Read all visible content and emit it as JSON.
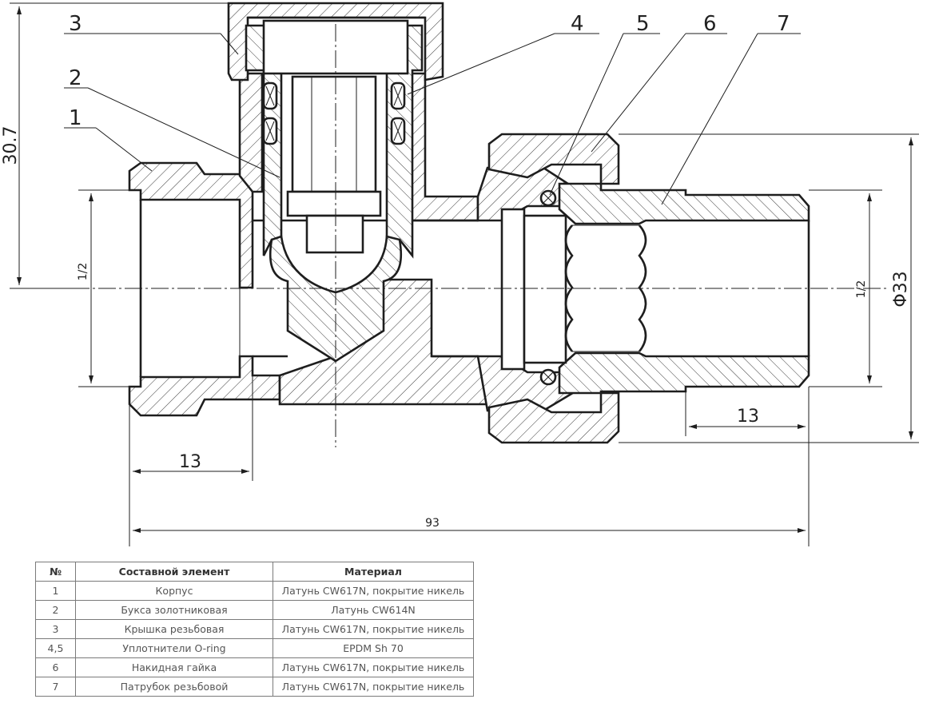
{
  "callouts": [
    "1",
    "2",
    "3",
    "4",
    "5",
    "6",
    "7"
  ],
  "dimensions": {
    "height": "30.7",
    "thread_left": "1/2",
    "thread_right": "1/2",
    "diameter": "Φ33",
    "thread_len_left": "13",
    "thread_len_right": "13",
    "total_length": "93"
  },
  "table": {
    "headers": [
      "№",
      "Составной элемент",
      "Материал"
    ],
    "rows": [
      [
        "1",
        "Корпус",
        "Латунь CW617N, покрытие никель"
      ],
      [
        "2",
        "Букса золотниковая",
        "Латунь CW614N"
      ],
      [
        "3",
        "Крышка резьбовая",
        "Латунь CW617N, покрытие никель"
      ],
      [
        "4,5",
        "Уплотнители O-ring",
        "EPDM Sh 70"
      ],
      [
        "6",
        "Накидная гайка",
        "Латунь CW617N, покрытие никель"
      ],
      [
        "7",
        "Патрубок резьбовой",
        "Латунь CW617N, покрытие никель"
      ]
    ]
  }
}
